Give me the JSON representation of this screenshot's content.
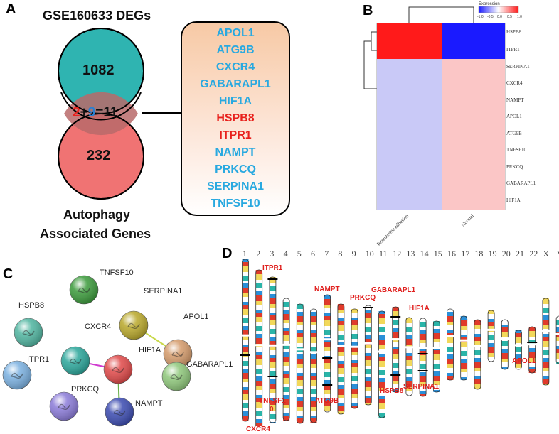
{
  "panelA": {
    "letter": "A",
    "title_top": "GSE160633 DEGs",
    "count_top": "1082",
    "overlap": {
      "up": "2",
      "plus": "+",
      "down": "9",
      "equals": "=11"
    },
    "count_bottom": "232",
    "title_bottom_line1": "Autophagy",
    "title_bottom_line2": "Associated Genes",
    "colors": {
      "top_circle": "#2fb4b1",
      "bottom_circle": "#ef6b6b",
      "up": "#e8201c",
      "down": "#2b7fd0",
      "blue_gene": "#29a9e0",
      "red_gene": "#e8201c"
    },
    "genes": [
      {
        "name": "APOL1",
        "regulation": "down"
      },
      {
        "name": "ATG9B",
        "regulation": "down"
      },
      {
        "name": "CXCR4",
        "regulation": "down"
      },
      {
        "name": "GABARAPL1",
        "regulation": "down"
      },
      {
        "name": "HIF1A",
        "regulation": "down"
      },
      {
        "name": "HSPB8",
        "regulation": "up"
      },
      {
        "name": "ITPR1",
        "regulation": "up"
      },
      {
        "name": "NAMPT",
        "regulation": "down"
      },
      {
        "name": "PRKCQ",
        "regulation": "down"
      },
      {
        "name": "SERPINA1",
        "regulation": "down"
      },
      {
        "name": "TNFSF10",
        "regulation": "down"
      }
    ]
  },
  "panelB": {
    "letter": "B",
    "legend_title": "Expression",
    "legend_ticks": [
      "-1.0",
      "-0.5",
      "0.0",
      "0.5",
      "1.0"
    ],
    "row_labels": [
      "HSPB8",
      "ITPR1",
      "SERPINA1",
      "CXCR4",
      "NAMPT",
      "APOL1",
      "ATG9B",
      "TNFSF10",
      "PRKCQ",
      "GABARAPL1",
      "HIF1A"
    ],
    "col_labels": [
      "Intrauterine adhesion",
      "Normal"
    ],
    "colors": {
      "high": "#ff1a1a",
      "low": "#1a1aff",
      "mid_low": "#c9c9f7",
      "mid_high": "#fbc6c6"
    }
  },
  "panelC": {
    "letter": "C",
    "nodes": [
      {
        "id": "TNFSF10",
        "label": "TNFSF10",
        "color": "#3a9a3a"
      },
      {
        "id": "SERPINA1",
        "label": "SERPINA1",
        "color": "#b9a82a"
      },
      {
        "id": "HSPB8",
        "label": "HSPB8",
        "color": "#4fb5a0"
      },
      {
        "id": "APOL1",
        "label": "APOL1",
        "color": "#d49a6a"
      },
      {
        "id": "CXCR4",
        "label": "CXCR4",
        "color": "#2aa69a"
      },
      {
        "id": "HIF1A",
        "label": "HIF1A",
        "color": "#e04848"
      },
      {
        "id": "ITPR1",
        "label": "ITPR1",
        "color": "#7ab0e0"
      },
      {
        "id": "GABARAPL1",
        "label": "GABARAPL1",
        "color": "#8ec77a"
      },
      {
        "id": "PRKCQ",
        "label": "PRKCQ",
        "color": "#8a7ad8"
      },
      {
        "id": "NAMPT",
        "label": "NAMPT",
        "color": "#3a4ab0"
      }
    ]
  },
  "panelD": {
    "letter": "D",
    "chromosomes": [
      "1",
      "2",
      "3",
      "4",
      "5",
      "6",
      "7",
      "8",
      "9",
      "10",
      "11",
      "12",
      "13",
      "14",
      "15",
      "16",
      "17",
      "18",
      "19",
      "20",
      "21",
      "22",
      "X",
      "Y"
    ],
    "gene_labels": {
      "ITPR1": "ITPR1",
      "NAMPT": "NAMPT",
      "PRKCQ": "PRKCQ",
      "GABARAPL1": "GABARAPL1",
      "HIF1A": "HIF1A",
      "TNFSF10_line1": "TNFSF1",
      "TNFSF10_line2": "0",
      "ATG9B": "ATG9B",
      "HSPB8": "HSPB8",
      "SERPINA1": "SERPINA1",
      "APOL1": "APOL1",
      "CXCR4": "CXCR4"
    }
  }
}
